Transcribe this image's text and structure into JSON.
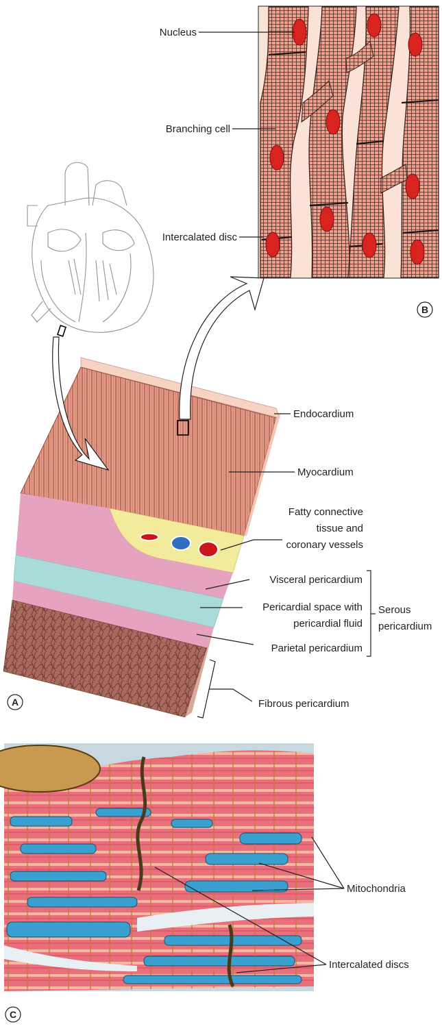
{
  "panels": {
    "a": "A",
    "b": "B",
    "c": "C"
  },
  "labels_b": {
    "nucleus": "Nucleus",
    "branching_cell": "Branching cell",
    "intercalated_disc": "Intercalated disc"
  },
  "labels_a": {
    "endocardium": "Endocardium",
    "myocardium": "Myocardium",
    "fatty_1": "Fatty connective",
    "fatty_2": "tissue and",
    "fatty_3": "coronary vessels",
    "visceral": "Visceral pericardium",
    "space_1": "Pericardial space with",
    "space_2": "pericardial fluid",
    "parietal": "Parietal pericardium",
    "serous_1": "Serous",
    "serous_2": "pericardium",
    "fibrous": "Fibrous pericardium"
  },
  "labels_c": {
    "mitochondria": "Mitochondria",
    "intercalated_discs": "Intercalated discs"
  },
  "colors": {
    "muscle": "#e8907a",
    "muscle_dark": "#b55a48",
    "nucleus": "#d9231f",
    "pink_layer": "#e6a3c0",
    "blue_layer": "#a9dcd9",
    "fatty": "#f3eb9c",
    "fibrous": "#a4675c",
    "mito": "#3aa0d0",
    "myofibril": "#e35a6a",
    "disc": "#4a3a1a"
  }
}
